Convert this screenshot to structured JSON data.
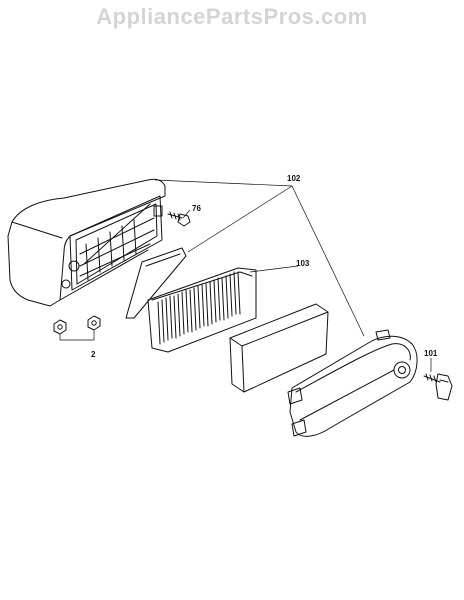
{
  "watermark": "AppliancePartsPros.com",
  "callouts": {
    "housing_assembly": "102",
    "screw": "76",
    "element": "103",
    "nuts": "2",
    "knob": "101"
  },
  "parts": [
    {
      "name": "air-cleaner-base-housing"
    },
    {
      "name": "screw"
    },
    {
      "name": "pre-cleaner-foam"
    },
    {
      "name": "paper-filter-element"
    },
    {
      "name": "foam-filter-pad"
    },
    {
      "name": "air-cleaner-cover"
    },
    {
      "name": "cover-knob"
    },
    {
      "name": "hex-nut"
    }
  ]
}
